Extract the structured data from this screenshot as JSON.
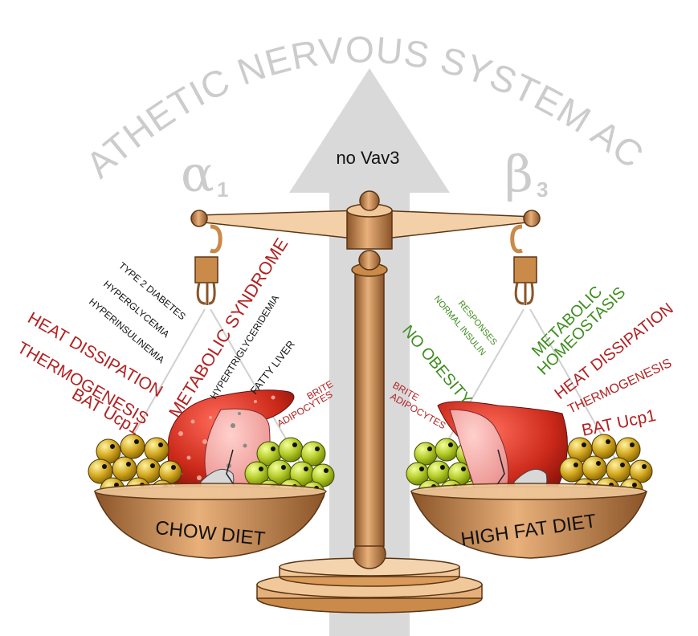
{
  "banner": "SYMPATHETIC NERVOUS SYSTEM ACTIVITY",
  "center_label": "no Vav3",
  "receptors": {
    "left": "α",
    "left_sub": "1",
    "right": "β",
    "right_sub": "3"
  },
  "left_pan": {
    "diet": "CHOW DIET",
    "red_labels": [
      "HEAT DISSIPATION",
      "THERMOGENESIS",
      "BAT Ucp1"
    ],
    "syndrome": "METABOLIC SYNDROME",
    "black_labels": [
      "TYPE 2 DIABETES",
      "HYPERGLYCEMIA",
      "HYPERINSULINEMIA",
      "HYPERTRIGLYCERIDEMIA",
      "FATTY LIVER"
    ],
    "brite_line1": "BRITE",
    "brite_line2": "ADIPOCYTES"
  },
  "right_pan": {
    "diet": "HIGH FAT DIET",
    "green_labels": [
      "NORMAL INSULIN",
      "RESPONSES",
      "NO OBESITY",
      "METABOLIC",
      "HOMEOSTASIS"
    ],
    "red_labels": [
      "HEAT DISSIPATION",
      "THERMOGENESIS",
      "BAT Ucp1"
    ],
    "brite_line1": "BRITE",
    "brite_line2": "ADIPOCYTES"
  },
  "colors": {
    "arrow": "#d9d9d9",
    "arrow_text": "#cccccc",
    "bronze": "#c98a4a",
    "red_text": "#b22222",
    "green_text": "#3e8e1e",
    "fat_yellow": "#c9a21c",
    "brite_green": "#b7d23a",
    "liver_red": "#cc2020"
  }
}
